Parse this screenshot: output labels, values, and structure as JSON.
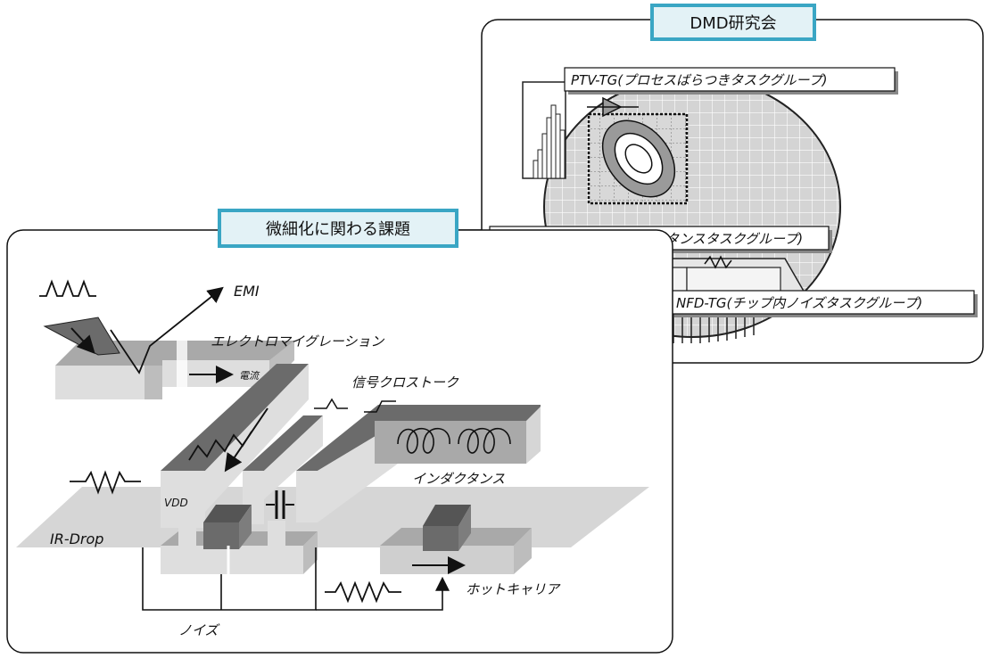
{
  "diagram": {
    "dmd_group": {
      "title": "DMD研究会",
      "task_groups": [
        "PTV-TG(プロセスばらつきタスクグループ)",
        "OCI-TG(オンチップインダクタンスタスクグループ)",
        "NFD-TG(チップ内ノイズタスクグループ)"
      ]
    },
    "issues_group": {
      "title": "微細化に関わる課題",
      "labels": {
        "emi": "EMI",
        "electromigration": "エレクトロマイグレーション",
        "current": "電流",
        "crosstalk": "信号クロストーク",
        "inductance": "インダクタンス",
        "vdd": "VDD",
        "ir_drop": "IR-Drop",
        "hot_carrier": "ホットキャリア",
        "noise": "ノイズ"
      }
    },
    "colors": {
      "dark": "#6b6b6b",
      "mid": "#a9a9a9",
      "light": "#cfcfcf",
      "pale": "#dedede",
      "title_box_fill": "#e3f2f6",
      "title_box_border": "#3aa6c4"
    }
  }
}
